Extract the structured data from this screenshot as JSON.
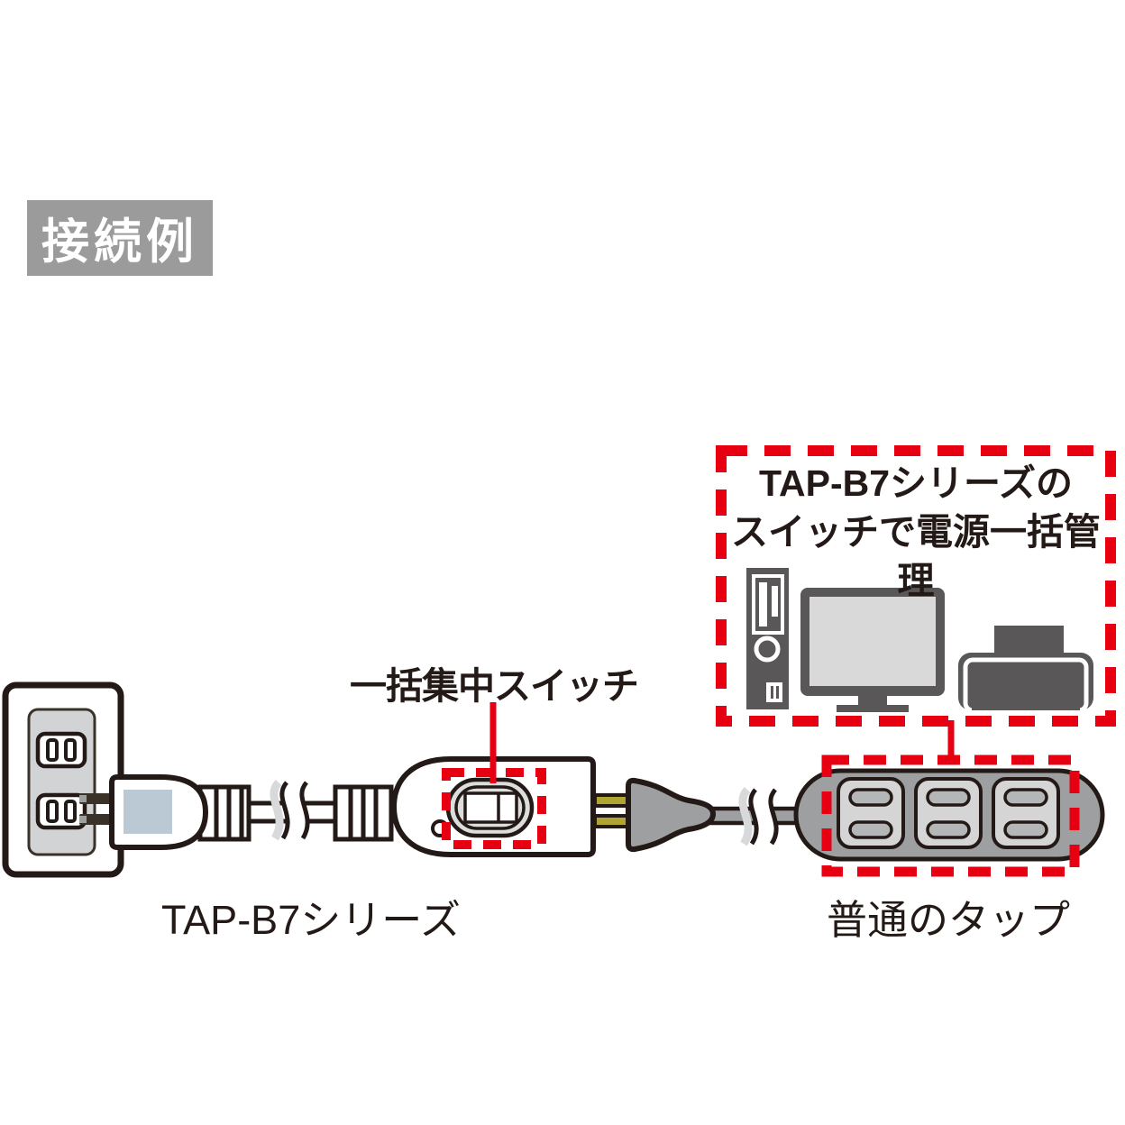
{
  "badge": {
    "label": "接続例"
  },
  "callout": {
    "line1": "TAP-B7シリーズの",
    "line2": "スイッチで電源一括管理"
  },
  "labels": {
    "switch_label": "一括集中スイッチ",
    "tap_b7": "TAP-B7シリーズ",
    "ordinary_tap": "普通のタップ"
  },
  "icons": [
    {
      "name": "wall-outlet-icon"
    },
    {
      "name": "tap-b7-plug-icon"
    },
    {
      "name": "cable-break-icon"
    },
    {
      "name": "switch-unit-icon"
    },
    {
      "name": "rocker-switch-icon"
    },
    {
      "name": "led-indicator-icon"
    },
    {
      "name": "two-prong-plug-icon"
    },
    {
      "name": "power-strip-icon"
    },
    {
      "name": "desktop-tower-icon"
    },
    {
      "name": "monitor-icon"
    },
    {
      "name": "printer-icon"
    }
  ],
  "colors": {
    "red": "#e60012",
    "ink": "#231916",
    "device_gray": "#595757",
    "strip_gray": "#9e9fa0",
    "panel_gray": "#d2d3d4",
    "outlet_face": "#d5d5d6",
    "slot_gray": "#b5b6b7",
    "switch_gray": "#dcdddd",
    "plug_blue": "#bac9d4",
    "prong_yellow": "#b0a432",
    "prong_dark": "#3a3129",
    "screen_gray": "#d9d9da",
    "badge_gray": "#9b9b9c",
    "shade_gray": "#d8d9da",
    "white": "#ffffff"
  }
}
